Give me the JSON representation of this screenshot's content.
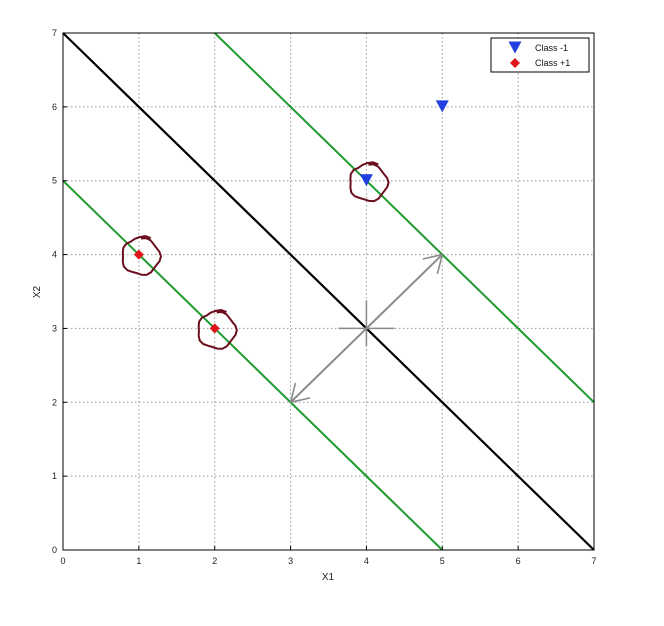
{
  "chart_data": {
    "type": "scatter",
    "xlabel": "X1",
    "ylabel": "X2",
    "xlim": [
      0,
      7
    ],
    "ylim": [
      0,
      7
    ],
    "xticks": [
      "0",
      "1",
      "2",
      "3",
      "4",
      "5",
      "6",
      "7"
    ],
    "yticks": [
      "0",
      "1",
      "2",
      "3",
      "4",
      "5",
      "6",
      "7"
    ],
    "grid": true,
    "legend_position": "top-right",
    "series": [
      {
        "name": "Class -1",
        "marker": "triangle-down",
        "color": "#1f3fe0",
        "points": [
          [
            4,
            5
          ],
          [
            5,
            6
          ]
        ]
      },
      {
        "name": "Class +1",
        "marker": "diamond",
        "color": "#e0141a",
        "points": [
          [
            1,
            4
          ],
          [
            2,
            3
          ]
        ]
      }
    ],
    "lines": [
      {
        "role": "decision-boundary",
        "color": "#000000",
        "points": [
          [
            0,
            7
          ],
          [
            7,
            0
          ]
        ]
      },
      {
        "role": "margin",
        "color": "#1e9a2e",
        "points": [
          [
            0,
            5
          ],
          [
            5,
            0
          ]
        ]
      },
      {
        "role": "margin",
        "color": "#1e9a2e",
        "points": [
          [
            2,
            7
          ],
          [
            7,
            2
          ]
        ]
      }
    ],
    "annotations": [
      {
        "kind": "arrow",
        "color": "#8a8a8a",
        "from": [
          4,
          3
        ],
        "to": [
          5,
          4
        ]
      },
      {
        "kind": "arrow",
        "color": "#8a8a8a",
        "from": [
          4,
          3
        ],
        "to": [
          3,
          2
        ]
      }
    ],
    "circled_points": [
      [
        1,
        4
      ],
      [
        2,
        3
      ],
      [
        4,
        5
      ]
    ],
    "circle_color": "#6b0f1f"
  }
}
